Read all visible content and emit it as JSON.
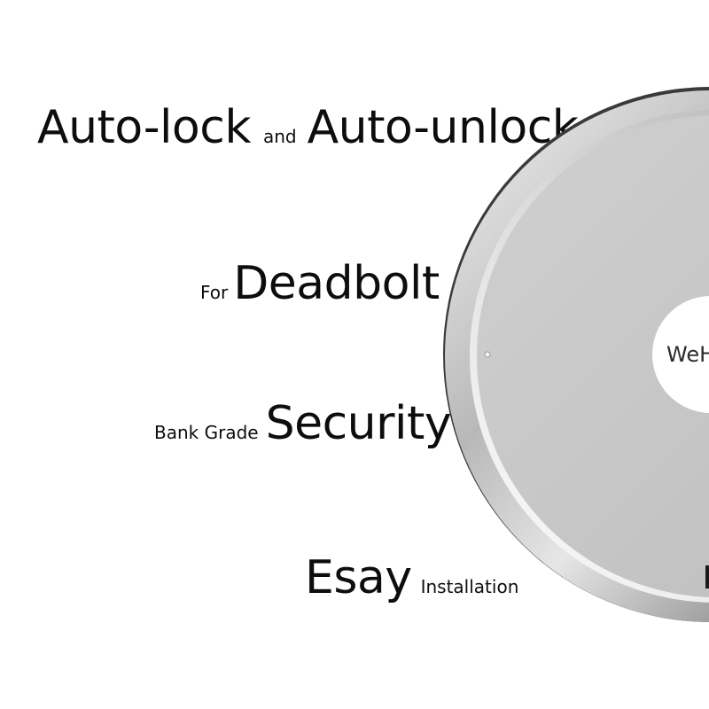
{
  "features": {
    "auto_lock": {
      "big_1": "Auto-lock",
      "small": "and",
      "big_2": "Auto-unlock"
    },
    "deadbolt": {
      "small": "For",
      "big": "Deadbolt"
    },
    "security": {
      "small": "Bank Grade",
      "big": "Security"
    },
    "installation": {
      "big": "Esay",
      "small": "Installation"
    }
  },
  "lock": {
    "logo_text": "WeH",
    "colors": {
      "rim_light": "#f2f2f2",
      "rim_dark": "#9a9a9a",
      "face": "#c9c9c9",
      "center_disc": "#ffffff"
    },
    "icons": [
      "indicator-dot-icon",
      "edge-mark-icon"
    ]
  }
}
